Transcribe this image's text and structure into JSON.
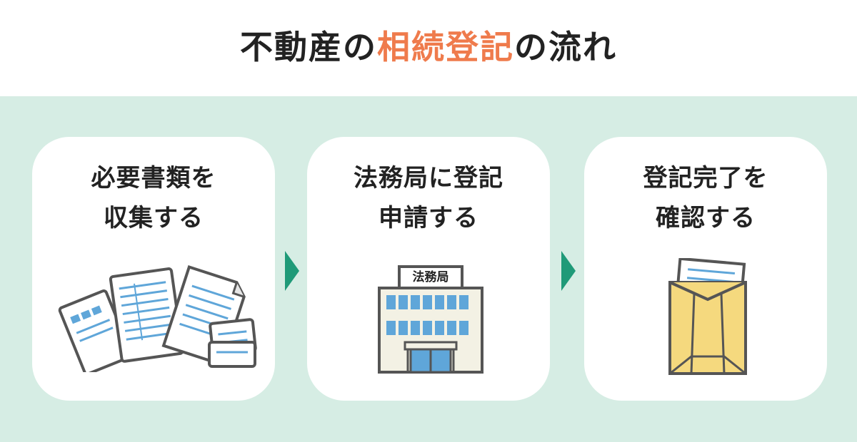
{
  "title": {
    "prefix": "不動産の",
    "highlight": "相続登記",
    "suffix": "の流れ"
  },
  "colors": {
    "accent": "#ef7b4c",
    "panel_bg": "#d6ede4",
    "arrow": "#1f9a78"
  },
  "steps": [
    {
      "line1": "必要書類を",
      "line2": "収集する",
      "icon": "documents-icon"
    },
    {
      "line1": "法務局に登記",
      "line2": "申請する",
      "icon": "building-icon"
    },
    {
      "line1": "登記完了を",
      "line2": "確認する",
      "icon": "envelope-icon"
    }
  ],
  "building_sign": "法務局"
}
